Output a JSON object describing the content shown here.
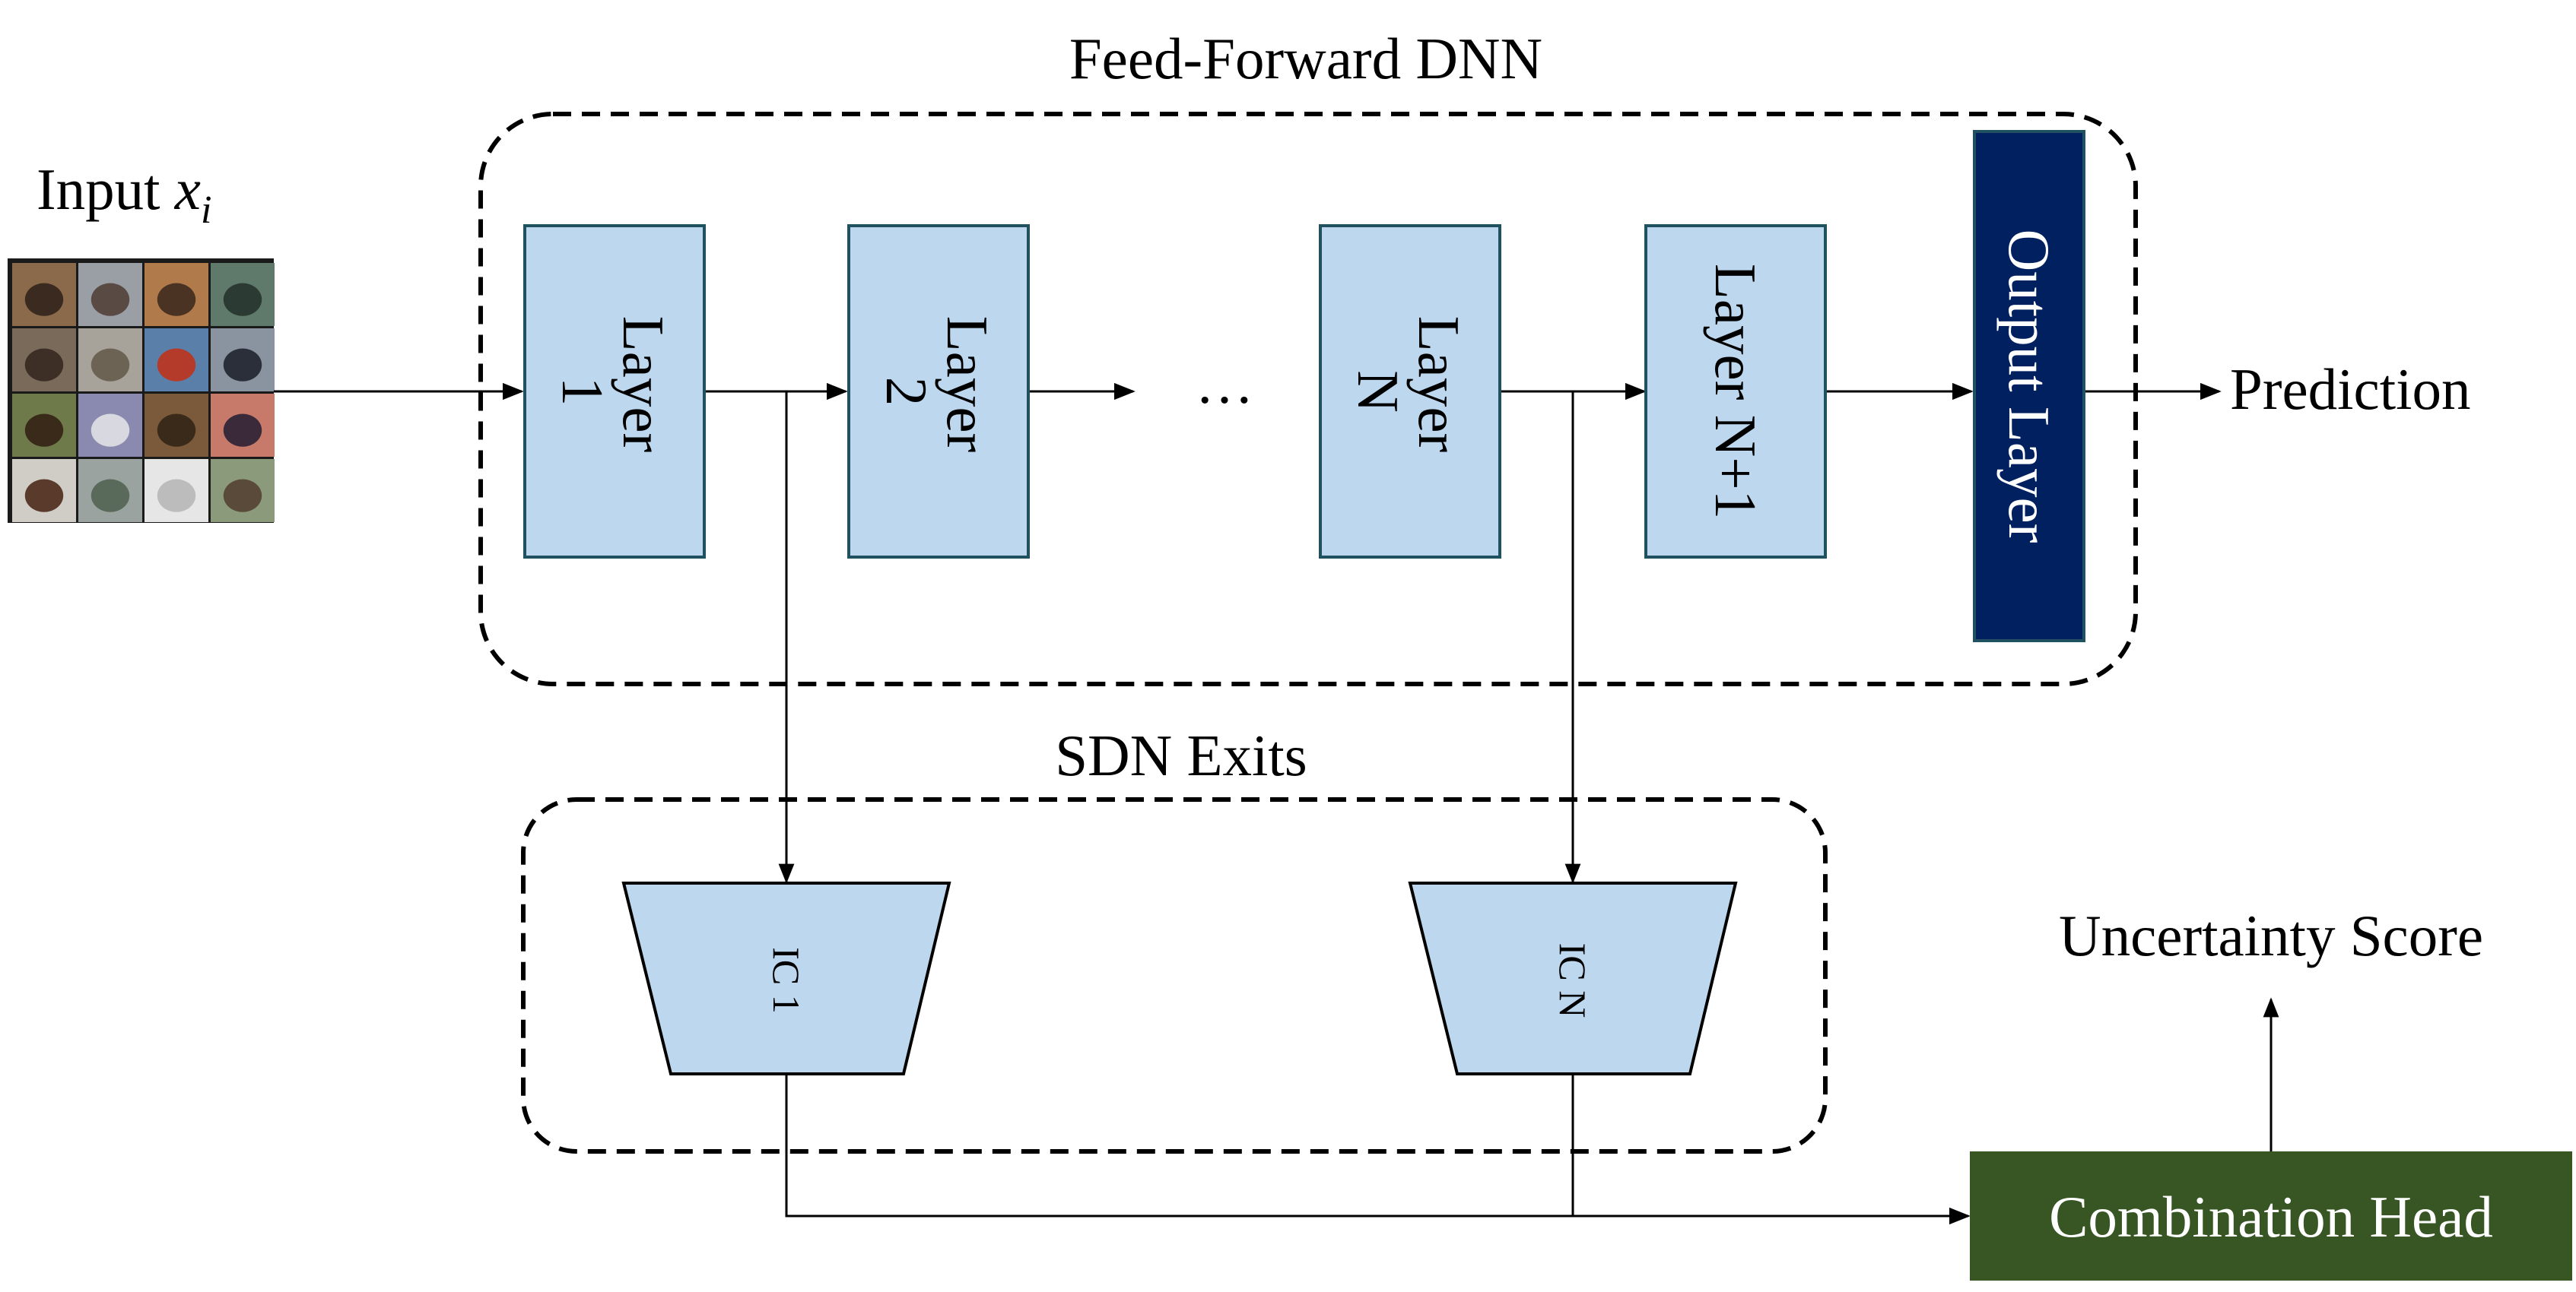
{
  "titles": {
    "feed_forward": "Feed-Forward DNN",
    "sdn_exits": "SDN Exits"
  },
  "input": {
    "label": "Input ",
    "variable": "x",
    "subscript": "i"
  },
  "layers": [
    {
      "line1": "Layer",
      "line2": "1"
    },
    {
      "line1": "Layer",
      "line2": "2"
    },
    {
      "line1": "Layer",
      "line2": "N"
    },
    {
      "line1": "Layer N+1",
      "line2": ""
    }
  ],
  "ellipsis": "…",
  "output_layer": "Output Layer",
  "prediction": "Prediction",
  "exits": [
    "IC 1",
    "IC N"
  ],
  "combination_head": "Combination Head",
  "uncertainty_score": "Uncertainty Score",
  "colors": {
    "layer_fill": "#bdd7ee",
    "layer_stroke": "#1f5160",
    "output_fill": "#002060",
    "head_fill": "#375623",
    "line": "#000000"
  }
}
